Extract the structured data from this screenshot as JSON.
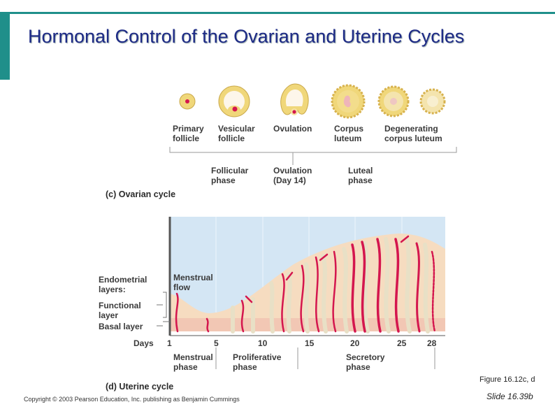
{
  "slide": {
    "title": "Hormonal Control of the Ovarian and Uterine Cycles",
    "figure_ref": "Figure 16.12c, d",
    "slide_number": "Slide 16.39b",
    "copyright": "Copyright © 2003 Pearson Education, Inc. publishing as Benjamin Cummings"
  },
  "ovarian": {
    "caption": "(c) Ovarian cycle",
    "stages": [
      {
        "line1": "Primary",
        "line2": "follicle"
      },
      {
        "line1": "Vesicular",
        "line2": "follicle"
      },
      {
        "line1": "Ovulation",
        "line2": ""
      },
      {
        "line1": "Corpus",
        "line2": "luteum"
      },
      {
        "line1": "Degenerating",
        "line2": "corpus luteum"
      }
    ],
    "phases": [
      {
        "line1": "Follicular",
        "line2": "phase"
      },
      {
        "line1": "Ovulation",
        "line2": "(Day 14)"
      },
      {
        "line1": "Luteal",
        "line2": "phase"
      }
    ]
  },
  "uterine": {
    "caption": "(d) Uterine cycle",
    "layer_labels": {
      "endometrial_1": "Endometrial",
      "endometrial_2": "layers:",
      "functional_1": "Functional",
      "functional_2": "layer",
      "basal": "Basal layer"
    },
    "menstrual_flow_1": "Menstrual",
    "menstrual_flow_2": "flow",
    "days_label": "Days",
    "days": [
      "1",
      "5",
      "10",
      "15",
      "20",
      "25",
      "28"
    ],
    "phases": [
      {
        "line1": "Menstrual",
        "line2": "phase"
      },
      {
        "line1": "Proliferative",
        "line2": "phase"
      },
      {
        "line1": "Secretory",
        "line2": "phase"
      }
    ]
  },
  "colors": {
    "accent": "#1f8f8a",
    "title": "#1d2a86",
    "sky": "#d4e6f4",
    "tissue": "#f6dcc0",
    "basal": "#f2c7b4",
    "vessel": "#d4164e",
    "follicle": "#f0d77a"
  }
}
